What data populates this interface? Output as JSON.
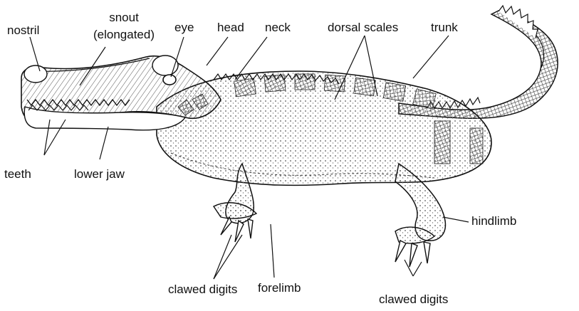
{
  "labels": {
    "nostril": "nostril",
    "snout": "snout",
    "snout_note": "(elongated)",
    "eye": "eye",
    "head": "head",
    "neck": "neck",
    "dorsal_scales": "dorsal scales",
    "trunk": "trunk",
    "teeth": "teeth",
    "lower_jaw": "lower jaw",
    "hindlimb": "hindlimb",
    "clawed_digits_fore": "clawed digits",
    "forelimb": "forelimb",
    "clawed_digits_hind": "clawed digits"
  },
  "colors": {
    "ink": "#111111",
    "paper": "#ffffff",
    "shade": "#cfcfcf"
  }
}
